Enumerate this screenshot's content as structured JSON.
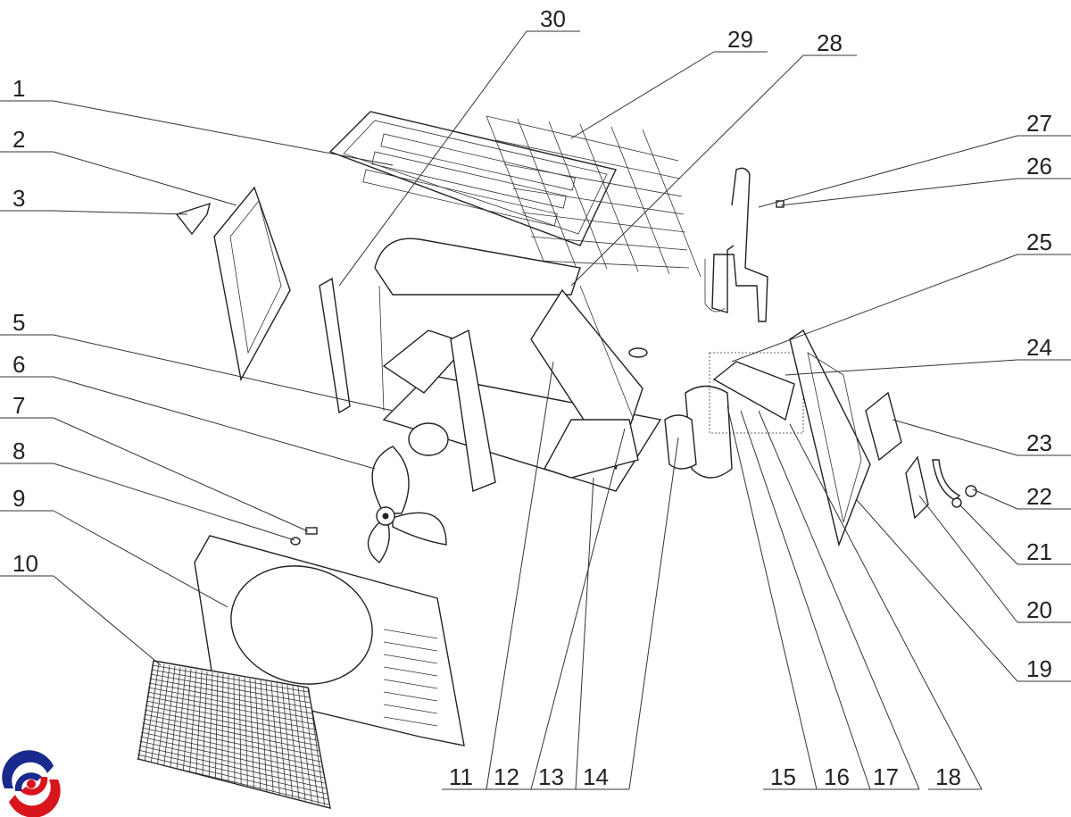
{
  "diagram": {
    "type": "exploded-parts-view",
    "part_labels": [
      "1",
      "2",
      "3",
      "5",
      "6",
      "7",
      "8",
      "9",
      "10",
      "11",
      "12",
      "13",
      "14",
      "15",
      "16",
      "17",
      "18",
      "19",
      "20",
      "21",
      "22",
      "23",
      "24",
      "25",
      "26",
      "27",
      "28",
      "29",
      "30"
    ]
  },
  "logo": {
    "colors": {
      "blue": "#1a2a8c",
      "red": "#d8141c"
    }
  }
}
